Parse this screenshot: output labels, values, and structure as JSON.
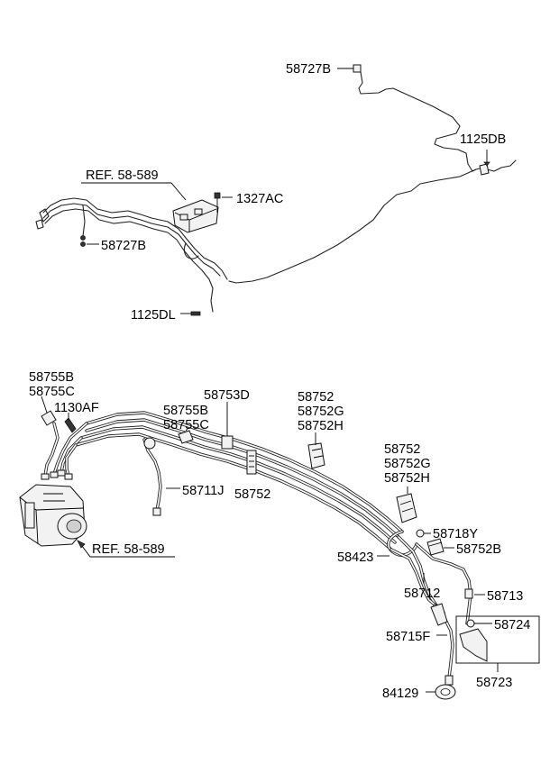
{
  "diagram": {
    "labels": {
      "58727B_top": "58727B",
      "1125DB": "1125DB",
      "ref_upper": "REF. 58-589",
      "1327AC": "1327AC",
      "58727B_left": "58727B",
      "1125DL": "1125DL",
      "58755B_a": "58755B",
      "58755C_a": "58755C",
      "1130AF": "1130AF",
      "58753D": "58753D",
      "58755B_b": "58755B",
      "58755C_b": "58755C",
      "58752_a": "58752",
      "58752G_a": "58752G",
      "58752H_a": "58752H",
      "58711J": "58711J",
      "58752_b": "58752",
      "58752_c": "58752",
      "58752G_c": "58752G",
      "58752H_c": "58752H",
      "58718Y": "58718Y",
      "58752B": "58752B",
      "58423": "58423",
      "58712": "58712",
      "58713": "58713",
      "58724": "58724",
      "58715F": "58715F",
      "58723": "58723",
      "84129": "84129",
      "ref_lower": "REF. 58-589"
    }
  }
}
